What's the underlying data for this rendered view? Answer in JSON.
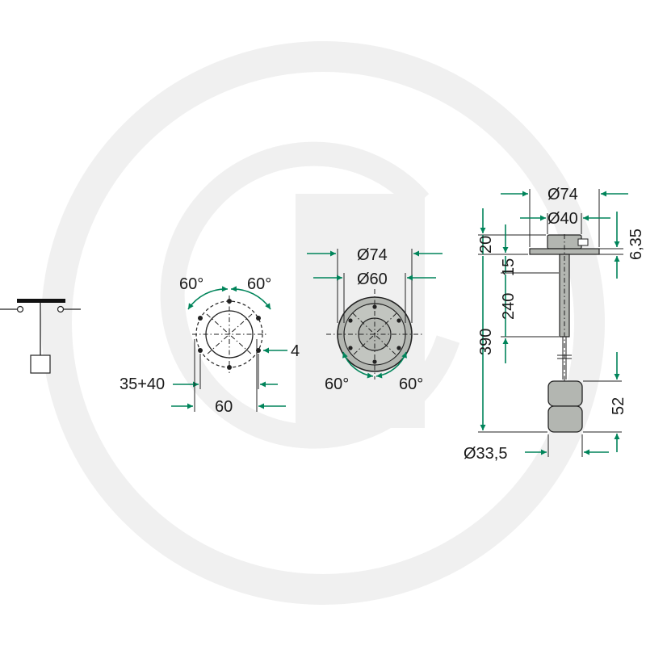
{
  "symbol": {
    "name": "float-switch-symbol"
  },
  "view_a": {
    "angle_left": "60°",
    "angle_right": "60°",
    "dim_hole": "4",
    "dim_spacing": "35+40",
    "dim_width": "60"
  },
  "view_b": {
    "dia_outer": "Ø74",
    "dia_inner": "Ø60",
    "angle_left": "60°",
    "angle_right": "60°"
  },
  "view_c": {
    "dia_flange": "Ø74",
    "dia_cap": "Ø40",
    "dim_20": "20",
    "dim_15": "15",
    "dim_635": "6,35",
    "dim_240": "240",
    "dim_390": "390",
    "dim_52": "52",
    "dia_float": "Ø33,5"
  },
  "colors": {
    "dimension": "#00845a",
    "line": "#222222",
    "fill": "#b3b6b1",
    "watermark": "#f0f0f0"
  }
}
